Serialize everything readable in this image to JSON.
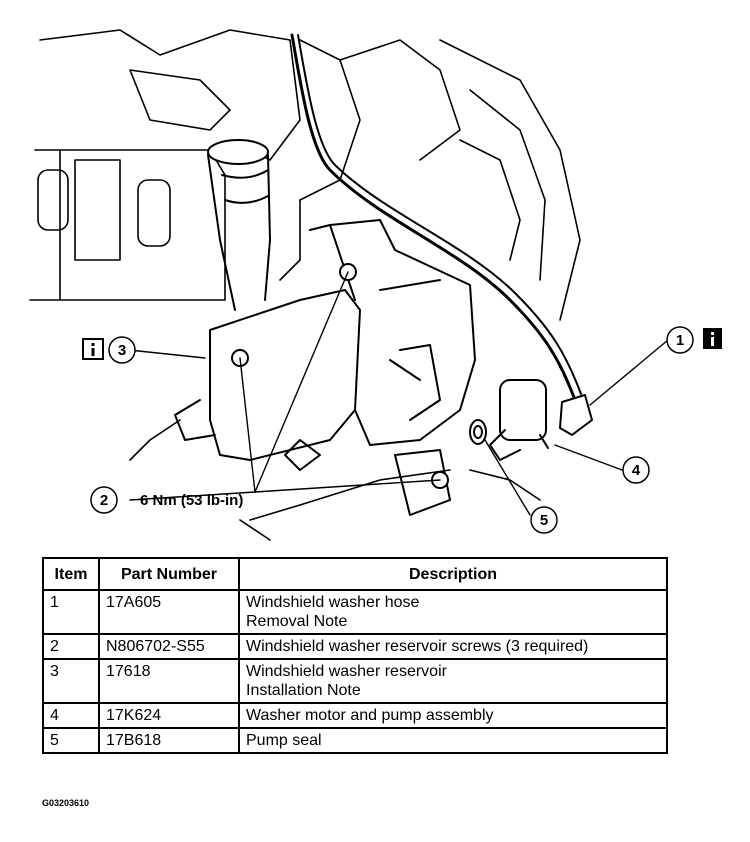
{
  "diagram": {
    "callouts": [
      {
        "id": "1",
        "number": "1",
        "info_icon": "info-icon"
      },
      {
        "id": "2",
        "number": "2",
        "label": "6 Nm (53 lb-in)"
      },
      {
        "id": "3",
        "number": "3",
        "info_icon": "info-icon"
      },
      {
        "id": "4",
        "number": "4"
      },
      {
        "id": "5",
        "number": "5"
      }
    ]
  },
  "table": {
    "headers": [
      "Item",
      "Part Number",
      "Description"
    ],
    "rows": [
      {
        "item": "1",
        "part_number": "17A605",
        "description": [
          "Windshield washer hose",
          "Removal Note"
        ]
      },
      {
        "item": "2",
        "part_number": "N806702-S55",
        "description": [
          "Windshield washer reservoir screws (3 required)"
        ]
      },
      {
        "item": "3",
        "part_number": "17618",
        "description": [
          "Windshield washer reservoir",
          "Installation Note"
        ]
      },
      {
        "item": "4",
        "part_number": "17K624",
        "description": [
          "Washer motor and pump assembly"
        ]
      },
      {
        "item": "5",
        "part_number": "17B618",
        "description": [
          "Pump seal"
        ]
      }
    ]
  },
  "figure_code": "G03203610"
}
